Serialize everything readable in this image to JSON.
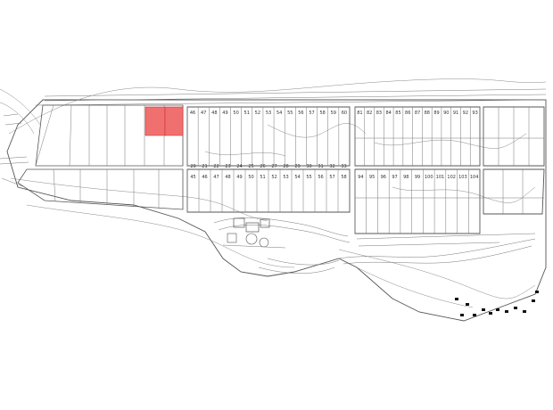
{
  "map": {
    "highlight_color": "#f07070",
    "highlighted_lots": 2,
    "lot_rows": [
      {
        "label_prefix": "row-a",
        "numbers": [
          "46",
          "47",
          "48",
          "49",
          "50",
          "51",
          "52",
          "53",
          "54",
          "55",
          "56",
          "57",
          "58",
          "59",
          "60"
        ]
      },
      {
        "label_prefix": "row-b",
        "numbers": [
          "20",
          "21",
          "22",
          "23",
          "24",
          "25",
          "26",
          "27",
          "28",
          "29",
          "30",
          "31",
          "32",
          "33"
        ]
      },
      {
        "label_prefix": "row-c",
        "numbers": [
          "45",
          "46",
          "47",
          "48",
          "49",
          "50",
          "51",
          "52",
          "53",
          "54",
          "55",
          "56",
          "57",
          "58"
        ]
      },
      {
        "label_prefix": "row-d",
        "numbers": [
          "81",
          "82",
          "83",
          "84",
          "85",
          "86",
          "87",
          "88",
          "89",
          "90",
          "91",
          "92",
          "93"
        ]
      },
      {
        "label_prefix": "row-e",
        "numbers": [
          "94",
          "95",
          "96",
          "97",
          "98",
          "99",
          "100",
          "101",
          "102",
          "103",
          "104"
        ]
      }
    ]
  }
}
